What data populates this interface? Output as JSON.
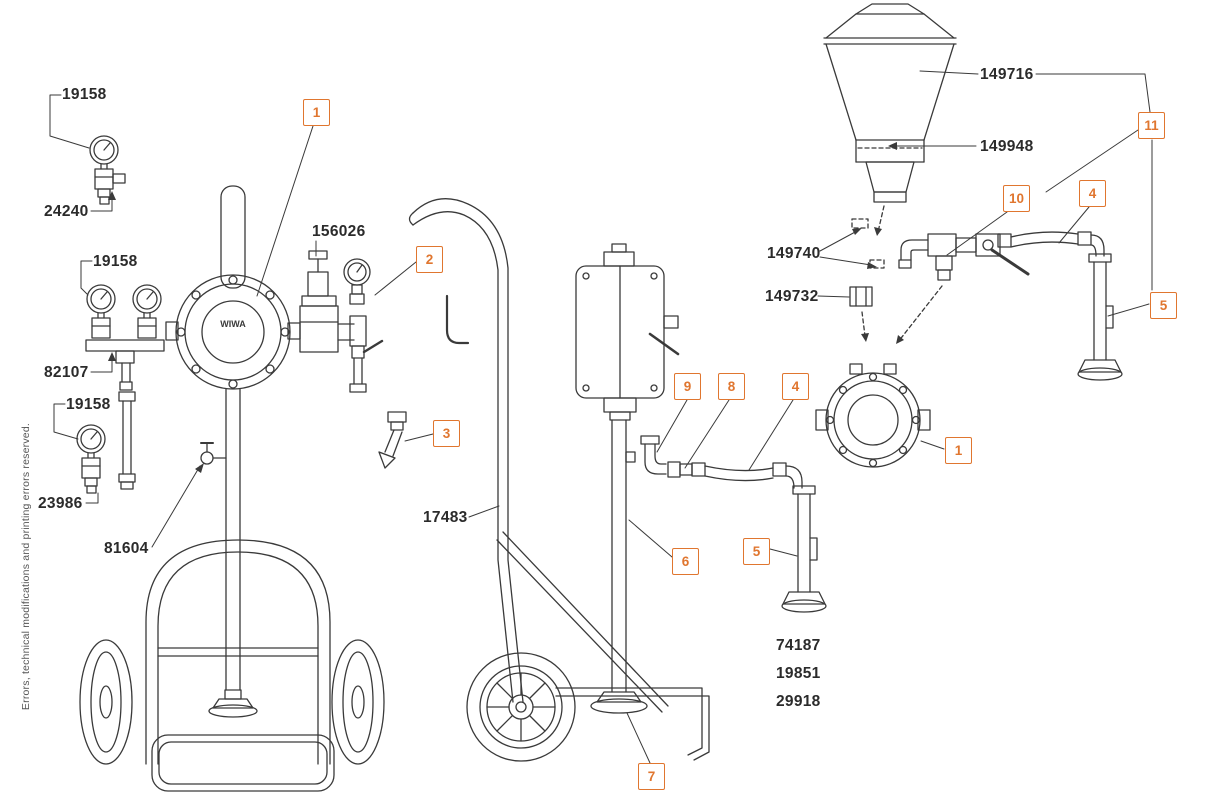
{
  "colors": {
    "accent": "#e0762f",
    "line": "#3a3a3a",
    "label": "#2b2b2b",
    "muted": "#555555"
  },
  "brand": "WIWA",
  "footnote": "Errors, technical modifications and printing errors reserved.",
  "part_labels": [
    {
      "text": "19158"
    },
    {
      "text": "24240"
    },
    {
      "text": "19158"
    },
    {
      "text": "82107"
    },
    {
      "text": "19158"
    },
    {
      "text": "23986"
    },
    {
      "text": "81604"
    },
    {
      "text": "156026"
    },
    {
      "text": "17483"
    },
    {
      "text": "149716"
    },
    {
      "text": "149948"
    },
    {
      "text": "149740"
    },
    {
      "text": "149732"
    },
    {
      "text": "74187"
    },
    {
      "text": "19851"
    },
    {
      "text": "29918"
    }
  ],
  "callouts": [
    {
      "num": "1"
    },
    {
      "num": "2"
    },
    {
      "num": "3"
    },
    {
      "num": "9"
    },
    {
      "num": "8"
    },
    {
      "num": "4"
    },
    {
      "num": "6"
    },
    {
      "num": "5"
    },
    {
      "num": "7"
    },
    {
      "num": "10"
    },
    {
      "num": "4"
    },
    {
      "num": "11"
    },
    {
      "num": "5"
    },
    {
      "num": "1"
    }
  ]
}
